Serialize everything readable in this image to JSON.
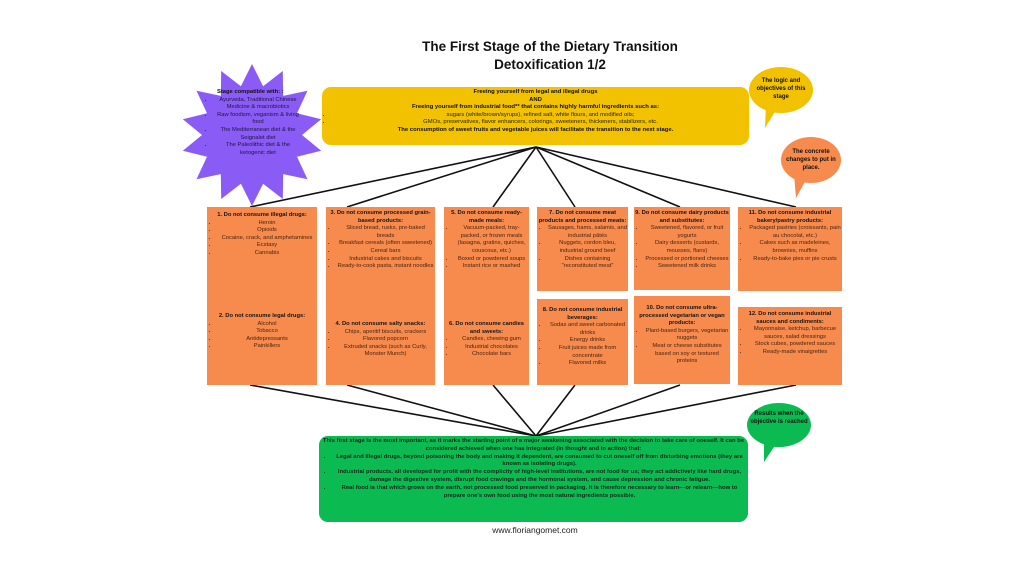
{
  "title": {
    "line1": "The First Stage of the Dietary Transition",
    "line2": "Detoxification 1/2"
  },
  "colors": {
    "purple": "#8a5cf5",
    "yellow": "#f2c200",
    "orange": "#f68b4d",
    "green": "#0cba52"
  },
  "compatible": {
    "heading": "Stage compatible with: :",
    "items": [
      "Ayurveda, Traditional Chinese Medicine & macrobiotics",
      "Raw foodism, veganism & living food",
      "The Mediterranean diet & the Seignalet diet",
      "The Paleolithic diet & the ketogenic diet"
    ]
  },
  "objectives": {
    "line1": "Freeing yourself from legal and illegal drugs",
    "line2": "AND",
    "line3": "Freeing yourself from industrial food** that contains highly harmful ingredients such as:",
    "items": [
      "sugars (white/brown/syrups), refined salt, white flours, and modified oils;",
      "GMOs, preservatives, flavor enhancers, colorings, sweeteners, thickeners, stabilizers, etc."
    ],
    "line4": "The consumption of sweet fruits and vegetable juices will facilitate the transition to the next stage."
  },
  "bubbles": {
    "logic": "The logic and objectives of this stage",
    "changes": "The concrete changes to put in place.",
    "results": "Results when the objective is reached"
  },
  "rules": [
    {
      "heading": "1. Do not consume illegal drugs:",
      "items": [
        "Heroin",
        "Opioids",
        "Cocaine, crack, and amphetamines",
        "Ecstasy",
        "Cannabis"
      ]
    },
    {
      "heading": "2. Do not consume legal drugs:",
      "items": [
        "Alcohol",
        "Tobacco",
        "Antidepressants",
        "Painkillers"
      ]
    },
    {
      "heading": "3. Do not consume processed grain-based products:",
      "items": [
        "Sliced bread, rusks, pre-baked breads",
        "Breakfast cereals (often sweetened)",
        "Cereal bars",
        "Industrial cakes and biscuits",
        "Ready-to-cook pasta, instant noodles"
      ]
    },
    {
      "heading": "4. Do not consume salty snacks:",
      "items": [
        "Chips, aperitif biscuits, crackers",
        "Flavored popcorn",
        "Extruded snacks (such as Curly, Monster Munch)"
      ]
    },
    {
      "heading": "5. Do not consume ready-made meals:",
      "items": [
        "Vacuum-packed, tray-packed, or frozen meals (lasagna, gratins, quiches, couscous, etc.)",
        "Boxed or powdered soups",
        "Instant rice or mashed"
      ]
    },
    {
      "heading": "6. Do not consume candies and sweets:",
      "items": [
        "Candies, chewing gum",
        "Industrial chocolates",
        "Chocolate bars"
      ]
    },
    {
      "heading": "7. Do not consume meat products and processed meats:",
      "items": [
        "Sausages, hams, salamis, and industrial pâtés",
        "Nuggets, cordon bleu, industrial ground beef",
        "Dishes containing \"reconstituted meat\""
      ]
    },
    {
      "heading": "8. Do not consume industrial beverages:",
      "items": [
        "Sodas and sweet carbonated drinks",
        "Energy drinks",
        "Fruit juices made from concentrate",
        "Flavored milks"
      ]
    },
    {
      "heading": "9. Do not consume dairy products and substitutes:",
      "items": [
        "Sweetened, flavored, or fruit yogurts",
        "Dairy desserts (custards, mousses, flans)",
        "Processed or portioned cheeses",
        "Sweetened milk drinks"
      ]
    },
    {
      "heading": "10. Do not consume ultra-processed vegetarian or vegan products:",
      "items": [
        "Plant-based burgers, vegetarian nuggets",
        "Meat or cheese substitutes based on soy or textured proteins"
      ]
    },
    {
      "heading": "11. Do not consume industrial bakery/pastry products:",
      "items": [
        "Packaged pastries (croissants, pain au chocolat, etc.)",
        "Cakes such as madeleines, brownies, muffins",
        "Ready-to-bake pies or pie crusts"
      ]
    },
    {
      "heading": "12. Do not consume industrial sauces and condiments:",
      "items": [
        "Mayonnaise, ketchup, barbecue sauces, salad dressings",
        "Stock cubes, powdered sauces",
        "Ready-made vinaigrettes"
      ]
    }
  ],
  "results": {
    "intro": "This first stage is the most important, as it marks the starting point of a major awakening associated with the decision to take care of oneself. It can be considered achieved when one has integrated (in thought and in action) that:",
    "items": [
      "Legal and illegal drugs, beyond poisoning the body and making it dependent, are consumed to cut oneself off from disturbing emotions (they are known as isolating drugs).",
      "Industrial products, all developed for profit with the complicity of high-level institutions, are not food for us; they act addictively like hard drugs, damage the digestive system, disrupt food cravings and the hormonal system, and cause depression and chronic fatigue.",
      "Real food is that which grows on the earth, not processed food preserved in packaging. It is therefore necessary to learn—or relearn—how to prepare one's own food using the most natural ingredients possible."
    ]
  },
  "footer": "www.floriangomet.com"
}
